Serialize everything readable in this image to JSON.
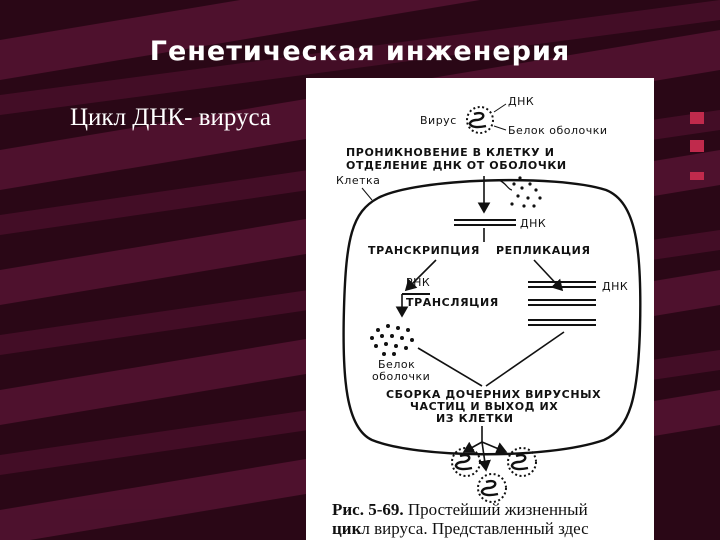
{
  "slide": {
    "title": "Генетическая инженерия",
    "subtitle": "Цикл ДНК- вируса"
  },
  "colors": {
    "background": "#2a0716",
    "stripe": "#5e1638",
    "accent": "#c02a4c",
    "text": "#ffffff"
  },
  "diagram": {
    "labels": {
      "virus": "Вирус",
      "dna_top": "ДНК",
      "coat_protein_top": "Белок оболочки",
      "penetration_line1": "ПРОНИКНОВЕНИЕ В КЛЕТКУ И",
      "penetration_line2": "ОТДЕЛЕНИЕ ДНК ОТ ОБОЛОЧКИ",
      "cell": "Клетка",
      "dna_mid": "ДНК",
      "transcription": "ТРАНСКРИПЦИЯ",
      "replication": "РЕПЛИКАЦИЯ",
      "rna": "РНК",
      "translation": "ТРАНСЛЯЦИЯ",
      "dna_right": "ДНК",
      "coat_protein_line1": "Белок",
      "coat_protein_line2": "оболочки",
      "assembly_line1": "СБОРКА ДОЧЕРНИХ ВИРУСНЫХ",
      "assembly_line2": "ЧАСТИЦ И ВЫХОД ИХ",
      "assembly_line3": "ИЗ КЛЕТКИ"
    },
    "caption": {
      "line1_bold": "Рис. 5-69.",
      "line1_rest": " Простейший  жизненный",
      "line2_bold": "цик",
      "line2_rest": "л вируса. Представленный здес"
    }
  }
}
